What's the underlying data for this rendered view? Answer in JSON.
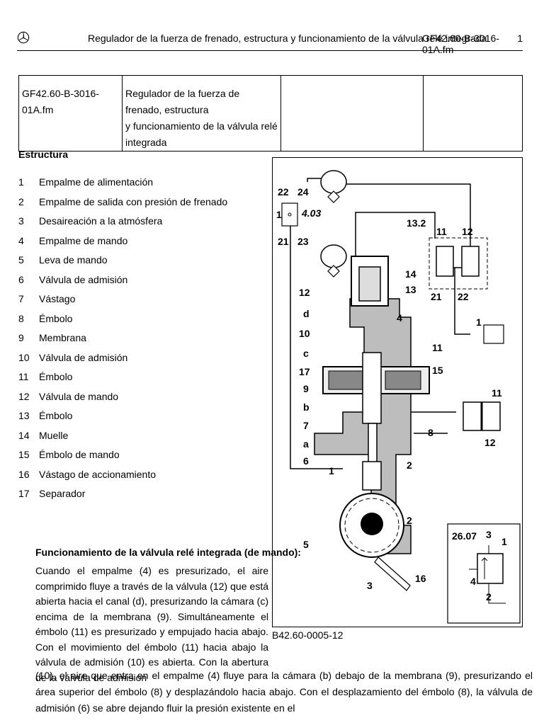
{
  "header": {
    "title": "Regulador de la fuerza de frenado, estructura y funcionamiento de la válvula relé integrada",
    "code": "GF42.60-B-3016-01A.fm",
    "page": "1"
  },
  "meta_table": {
    "code": "GF42.60-B-3016-01A.fm",
    "title_line1": "Regulador de la fuerza de frenado, estructura",
    "title_line2": "y funcionamiento de la válvula relé integrada"
  },
  "structure": {
    "title": "Estructura",
    "items": [
      {
        "n": "1",
        "label": "Empalme de alimentación"
      },
      {
        "n": "2",
        "label": "Empalme de salida con presión de frenado"
      },
      {
        "n": "3",
        "label": "Desaireación a la atmósfera"
      },
      {
        "n": "4",
        "label": "Empalme de mando"
      },
      {
        "n": "5",
        "label": "Leva de mando"
      },
      {
        "n": "6",
        "label": "Válvula de admisión"
      },
      {
        "n": "7",
        "label": "Vástago"
      },
      {
        "n": "8",
        "label": "Émbolo"
      },
      {
        "n": "9",
        "label": "Membrana"
      },
      {
        "n": "10",
        "label": "Válvula de admisión"
      },
      {
        "n": "11",
        "label": "Émbolo"
      },
      {
        "n": "12",
        "label": "Válvula de mando"
      },
      {
        "n": "13",
        "label": "Émbolo"
      },
      {
        "n": "14",
        "label": "Muelle"
      },
      {
        "n": "15",
        "label": "Émbolo de mando"
      },
      {
        "n": "16",
        "label": "Vástago de accionamiento"
      },
      {
        "n": "17",
        "label": "Separador"
      }
    ]
  },
  "function": {
    "title": "Funcionamiento de la válvula relé integrada (de mando):",
    "para1": "Cuando el empalme (4) es presurizado, el aire comprimido fluye a través de la válvula (12) que está abierta hacia el canal (d), presurizando la cámara (c) encima de la membrana (9). Simultáneamente el émbolo (11) es presurizado y empujado hacia abajo. Con el movimiento del émbolo (11) hacia abajo la válvula de admisión (10) es abierta. Con la abertura de la válvula de admisión",
    "para2": "(10), el aire que entra en el empalme (4) fluye para la cámara (b) debajo de la membrana (9), presurizando el área superior del émbolo (8) y desplazándolo hacia abajo. Con el desplazamiento del émbolo (8), la válvula de admisión (6) se abre dejando fluir la presión existente en el"
  },
  "figure": {
    "caption": "B42.60-0005-12",
    "labels": {
      "l22": "22",
      "l24": "24",
      "l1a": "1",
      "l403": "4.03",
      "l21a": "21",
      "l23": "23",
      "l132": "13.2",
      "l11a": "11",
      "l12a": "12",
      "l14": "14",
      "l13": "13",
      "l12b": "12",
      "ld": "d",
      "l4": "4",
      "l21b": "21",
      "l22b": "22",
      "l1b": "1",
      "l10": "10",
      "lc": "c",
      "l17": "17",
      "l9": "9",
      "lb": "b",
      "l7": "7",
      "la": "a",
      "l6": "6",
      "l11b": "11",
      "l15": "15",
      "l8": "8",
      "l1c": "1",
      "l2a": "2",
      "l2b": "2",
      "l5": "5",
      "l3": "3",
      "l16": "16",
      "l11c": "11",
      "l12c": "12",
      "l2607": "26.07",
      "l3b": "3",
      "l1d": "1",
      "l4b": "4",
      "l2c": "2"
    }
  }
}
